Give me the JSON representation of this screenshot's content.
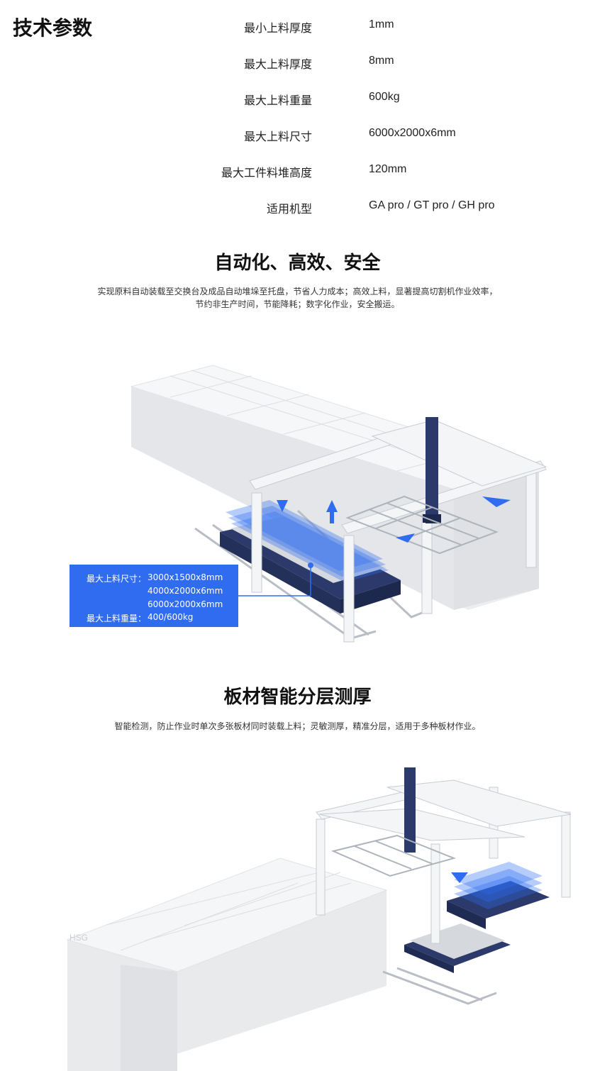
{
  "specs": {
    "title": "技术参数",
    "rows": [
      {
        "label": "最小上料厚度",
        "value": "1mm"
      },
      {
        "label": "最大上料厚度",
        "value": "8mm"
      },
      {
        "label": "最大上料重量",
        "value": "600kg"
      },
      {
        "label": "最大上料尺寸",
        "value": "6000x2000x6mm"
      },
      {
        "label": "最大工件料堆高度",
        "value": "120mm"
      },
      {
        "label": "适用机型",
        "value": "GA pro / GT pro / GH pro"
      }
    ]
  },
  "section1": {
    "title": "自动化、高效、安全",
    "desc_line1": "实现原料自动装载至交换台及成品自动堆垛至托盘，节省人力成本；高效上料，显著提高切割机作业效率，",
    "desc_line2": "节约非生产时间，节能降耗；数字化作业，安全搬运。",
    "callout": {
      "size_label": "最大上料尺寸：",
      "sizes": [
        "3000x1500x8mm",
        "4000x2000x6mm",
        "6000x2000x6mm"
      ],
      "weight_label": "最大上料重量：",
      "weight": "400/600kg"
    }
  },
  "section2": {
    "title": "板材智能分层测厚",
    "desc": "智能检测，防止作业时单次多张板材同时装载上料；灵敏测厚，精准分层，适用于多种板材作业。",
    "machine_logo": "HSG"
  },
  "colors": {
    "accent": "#2f6cf0",
    "frame": "#2c3a6b",
    "machine": "#e9eaec"
  }
}
